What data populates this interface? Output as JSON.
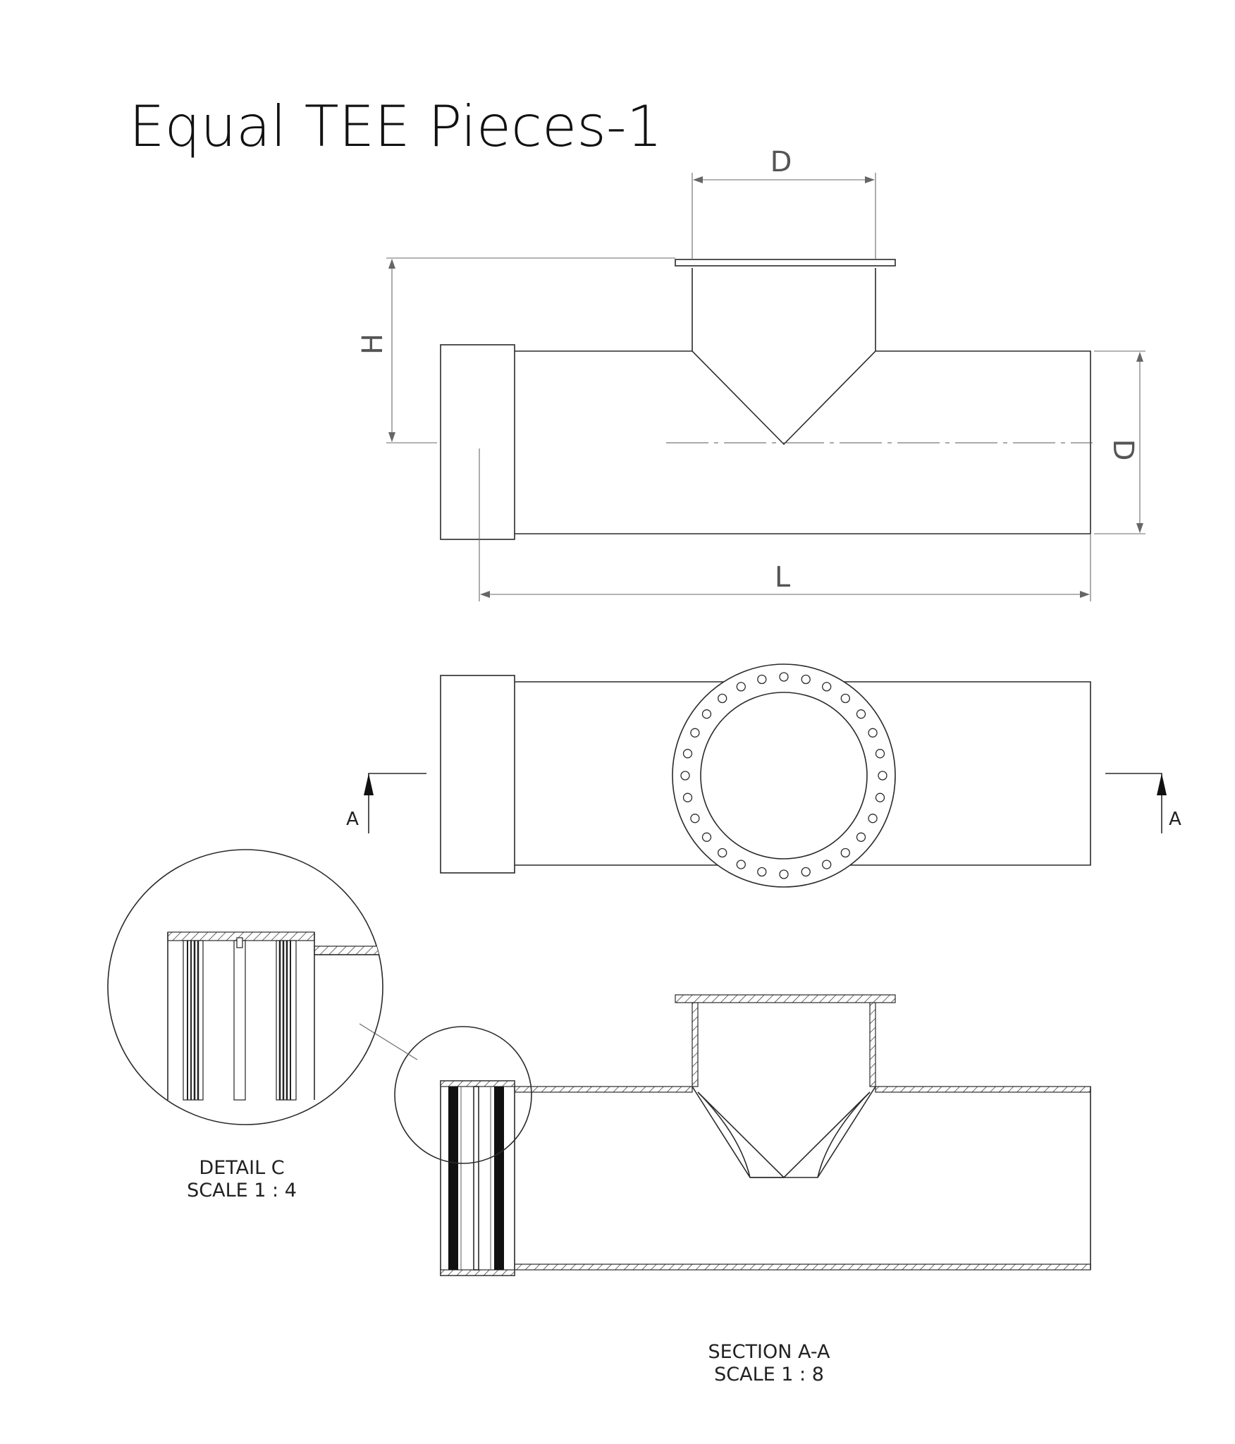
{
  "title": "Equal TEE Pieces-1",
  "dimensions": {
    "top_d": "D",
    "height": "H",
    "side_d": "D",
    "length": "L"
  },
  "section_markers": {
    "left": "A",
    "right": "A"
  },
  "detail": {
    "name": "DETAIL C",
    "scale": "SCALE 1 : 4"
  },
  "section": {
    "name": "SECTION A-A",
    "scale": "SCALE 1 : 8"
  }
}
